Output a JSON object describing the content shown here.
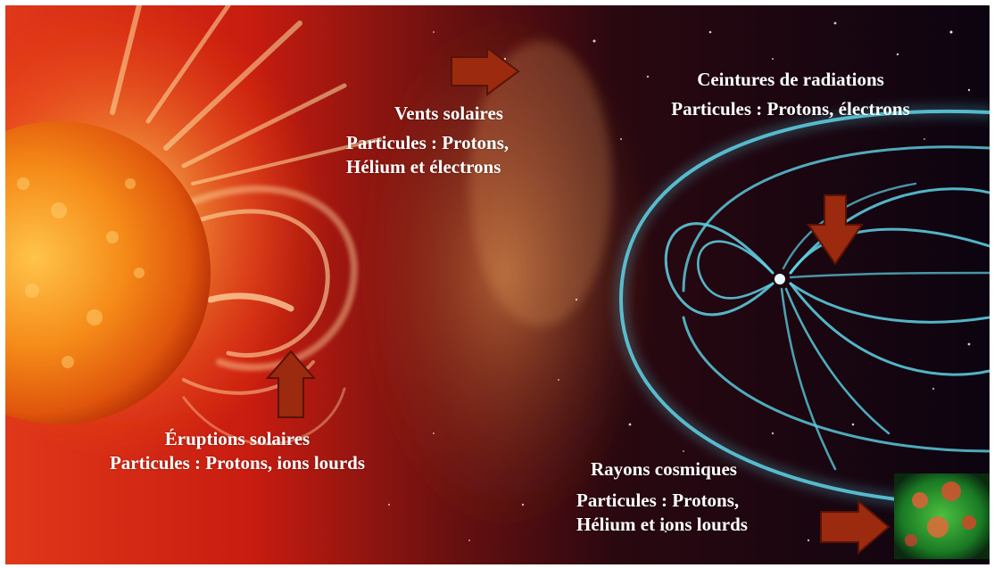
{
  "labels": {
    "vents": {
      "title": "Vents solaires",
      "line1": "Particules : Protons,",
      "line2": "Hélium et électrons"
    },
    "ceintures": {
      "title": "Ceintures de radiations",
      "line1": "Particules : Protons,  électrons"
    },
    "eruptions": {
      "title": "Éruptions solaires",
      "line1": "Particules : Protons, ions lourds"
    },
    "rayons": {
      "title": "Rayons cosmiques",
      "line1": "Particules : Protons,",
      "line2": "Hélium et ions lourds"
    }
  },
  "colors": {
    "sun": "#f07a10",
    "flare": "#ffe6a0",
    "background_warm": "#c81c10",
    "space": "#120408",
    "magnetosphere": "#5fd3e6",
    "arrow_fill": "#9b2a0e",
    "arrow_stroke": "#5a1206",
    "label_text": "#ffffff",
    "cosmic_green": "#1a8a2a"
  }
}
